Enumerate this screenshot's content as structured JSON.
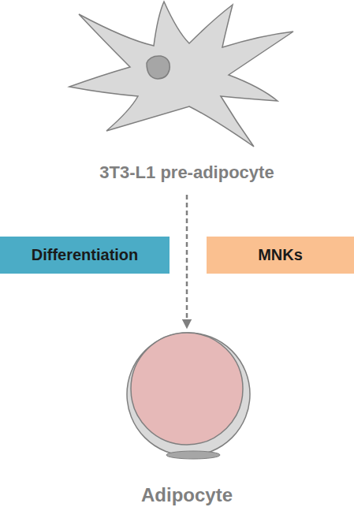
{
  "diagram": {
    "nodes": [
      {
        "text": [
          "3T3-L1 pre-adipocyte"
        ]
      },
      {
        "text": [
          "Differentiation"
        ]
      },
      {
        "text": [
          "MNKs"
        ]
      },
      {
        "text": [
          "Adipocyte"
        ]
      }
    ],
    "edges": [
      {
        "from": 0,
        "to": 3,
        "arrow": "to"
      }
    ]
  }
}
